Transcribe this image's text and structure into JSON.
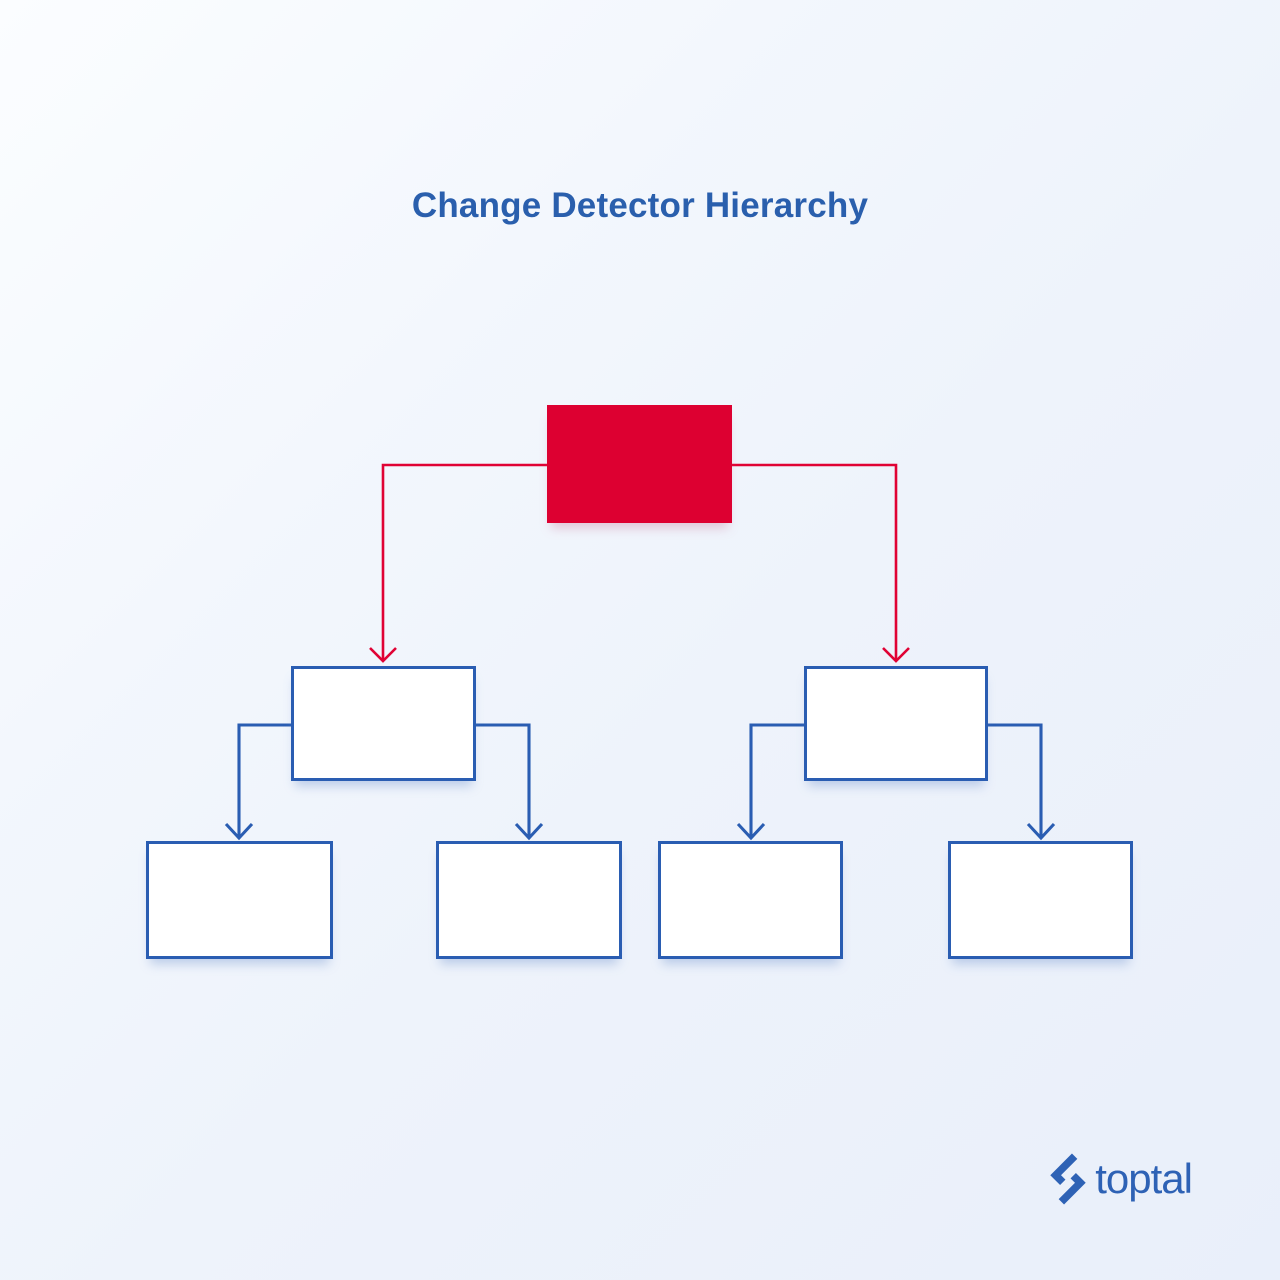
{
  "title": "Change Detector Hierarchy",
  "colors": {
    "title_text": "#2a5fad",
    "root_node_fill": "#dd0031",
    "red_connector": "#e00234",
    "blue_connector": "#2a5db2",
    "node_border": "#2a5db2",
    "node_fill": "#ffffff",
    "background_start": "#fbfdff",
    "background_end": "#e9effa",
    "logo_blue": "#2e62b5"
  },
  "diagram": {
    "type": "tree",
    "nodes": [
      {
        "id": "root",
        "label": "",
        "level": 0,
        "style": "red-filled"
      },
      {
        "id": "mid-left",
        "label": "",
        "level": 1,
        "style": "blue-outline"
      },
      {
        "id": "mid-right",
        "label": "",
        "level": 1,
        "style": "blue-outline"
      },
      {
        "id": "leaf-1",
        "label": "",
        "level": 2,
        "style": "blue-outline"
      },
      {
        "id": "leaf-2",
        "label": "",
        "level": 2,
        "style": "blue-outline"
      },
      {
        "id": "leaf-3",
        "label": "",
        "level": 2,
        "style": "blue-outline"
      },
      {
        "id": "leaf-4",
        "label": "",
        "level": 2,
        "style": "blue-outline"
      }
    ],
    "edges": [
      {
        "from": "root",
        "to": "mid-left",
        "color": "red",
        "arrow": "chevron"
      },
      {
        "from": "root",
        "to": "mid-right",
        "color": "red",
        "arrow": "chevron"
      },
      {
        "from": "mid-left",
        "to": "leaf-1",
        "color": "blue",
        "arrow": "chevron"
      },
      {
        "from": "mid-left",
        "to": "leaf-2",
        "color": "blue",
        "arrow": "chevron"
      },
      {
        "from": "mid-right",
        "to": "leaf-3",
        "color": "blue",
        "arrow": "chevron"
      },
      {
        "from": "mid-right",
        "to": "leaf-4",
        "color": "blue",
        "arrow": "chevron"
      }
    ]
  },
  "logo": {
    "brand": "toptal",
    "icon": "toptal-mark-icon"
  }
}
